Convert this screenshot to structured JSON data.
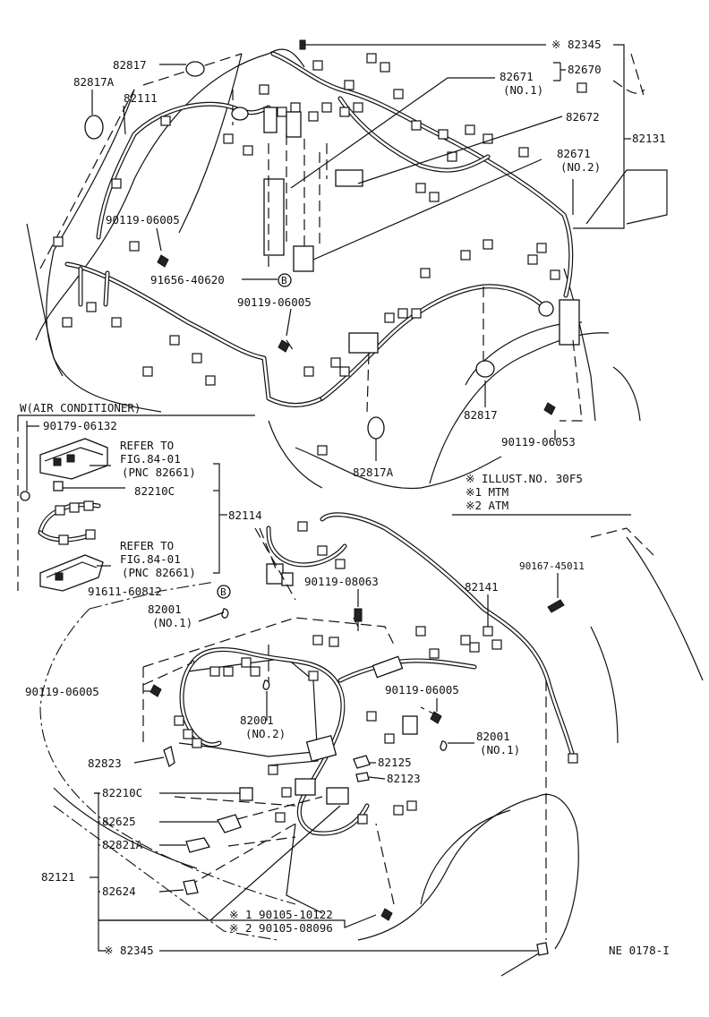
{
  "top_labels": {
    "p82345": "※ 82345",
    "p82817": "82817",
    "p82817a": "82817A",
    "p82111": "82111",
    "p82671": "82671",
    "p82671_sub": "(NO.1)",
    "p82670": "82670",
    "p82672": "82672",
    "p82671b": "82671",
    "p82671b_sub": "(NO.2)",
    "p82131": "82131",
    "p90119_06005_a": "90119-06005",
    "p91656_40620": "91656-40620",
    "b_marker": "B",
    "p90119_06005_b": "90119-06005",
    "p82817_b": "82817",
    "p82817a_b": "82817A",
    "p90119_06053": "90119-06053"
  },
  "inset": {
    "title": "W(AIR CONDITIONER)",
    "p90179_06132": "90179-06132",
    "refer1_l1": "REFER TO",
    "refer1_l2": "FIG.84-01",
    "refer1_l3": "(PNC 82661)",
    "p82210c": "82210C",
    "p82114": "82114",
    "refer2_l1": "REFER TO",
    "refer2_l2": "FIG.84-01",
    "refer2_l3": "(PNC 82661)"
  },
  "legend": {
    "l1": "※  ILLUST.NO. 30F5",
    "l2": "※1 MTM",
    "l3": "※2 ATM"
  },
  "bottom_labels": {
    "p91611_60812": "91611-60812",
    "b_marker": "B",
    "p82001_a": "82001",
    "p82001_a_sub": "(NO.1)",
    "p90119_08063": "90119-08063",
    "p90167_45011": "90167-45011",
    "p82141": "82141",
    "p90119_06005_c": "90119-06005",
    "p90119_06005_d": "90119-06005",
    "p82001_b": "82001",
    "p82001_b_sub": "(NO.2)",
    "p82001_c": "82001",
    "p82001_c_sub": "(NO.1)",
    "p82823": "82823",
    "p82125": "82125",
    "p82123": "82123",
    "p82210c": "82210C",
    "p82625": "82625",
    "p82821a": "82821A",
    "p82121": "82121",
    "p82624": "82624",
    "p90105_10122": "※ 1  90105-10122",
    "p90105_08096": "※ 2  90105-08096",
    "p82345": "※ 82345",
    "ref_code": "NE 0178-I"
  }
}
